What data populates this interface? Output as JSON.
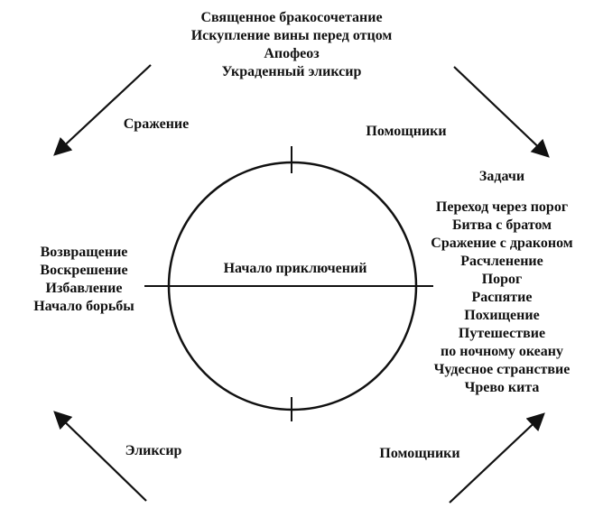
{
  "colors": {
    "ink": "#111111",
    "background": "#ffffff"
  },
  "top_block": {
    "lines": [
      "Священное бракосочетание",
      "Искупление вины перед отцом",
      "Апофеоз",
      "Украденный эликсир"
    ]
  },
  "labels": {
    "battle": "Сражение",
    "helpers_top": "Помощники",
    "elixir": "Эликсир",
    "helpers_bottom": "Помощники"
  },
  "tasks": {
    "heading": "Задачи",
    "items": [
      "Переход через порог",
      "Битва с братом",
      "Сражение с драконом",
      "Расчленение",
      "Порог",
      "Распятие",
      "Похищение",
      "Путешествие",
      "по ночному океану",
      "Чудесное странствие",
      "Чрево кита"
    ]
  },
  "left_block": {
    "lines": [
      "Возвращение",
      "Воскрешение",
      "Избавление",
      "Начало борьбы"
    ]
  },
  "circle": {
    "label": "Начало приключений"
  }
}
